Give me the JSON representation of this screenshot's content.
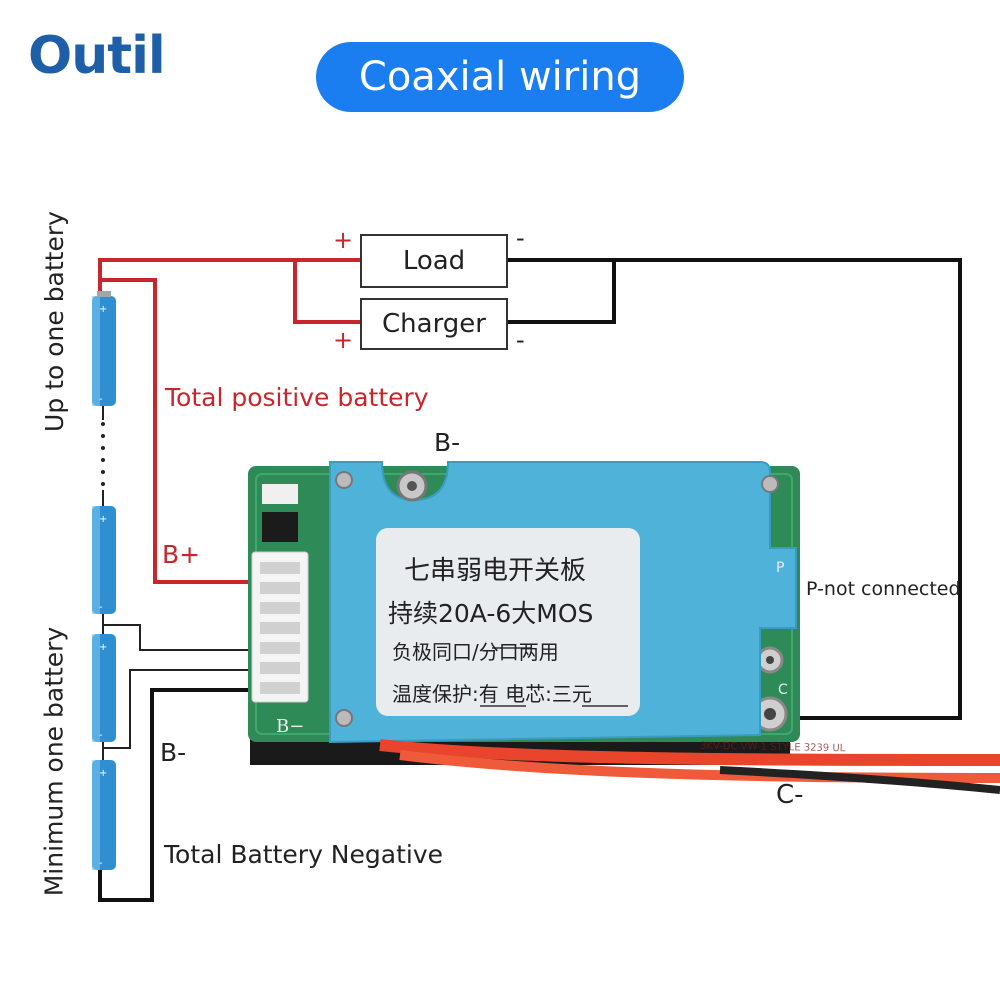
{
  "brand": {
    "logo_text": "Outil"
  },
  "header": {
    "title": "Coaxial wiring"
  },
  "boxes": {
    "load": "Load",
    "charger": "Charger"
  },
  "polarity": {
    "plus": "+",
    "minus": "-"
  },
  "labels": {
    "total_positive": "Total positive battery",
    "b_minus_top": "B-",
    "b_plus": "B+",
    "b_minus_left": "B-",
    "c_minus": "C-",
    "p_not_connected": "P-not connected",
    "total_negative": "Total Battery Negative",
    "up_to_one": "Up to one battery",
    "minimum_one": "Minimum one battery"
  },
  "board": {
    "line1": "七串弱电开关板",
    "line2": "持续20A-6大MOS",
    "line3": "负极同口/分口两用",
    "line4": "温度保护:有   电芯:三元",
    "silk_bminus": "B−",
    "silk_p": "P",
    "silk_c": "C"
  },
  "wire_print": "3KV-DC  VW-1  STYLE 3239  UL",
  "colors": {
    "accent": "#1a7ef0",
    "logo": "#1f5fa8",
    "positive": "#c8262c",
    "negative": "#111111",
    "pcb": "#2e8b57",
    "cover": "#4fb3d9",
    "battery": "#2f8fd0"
  }
}
